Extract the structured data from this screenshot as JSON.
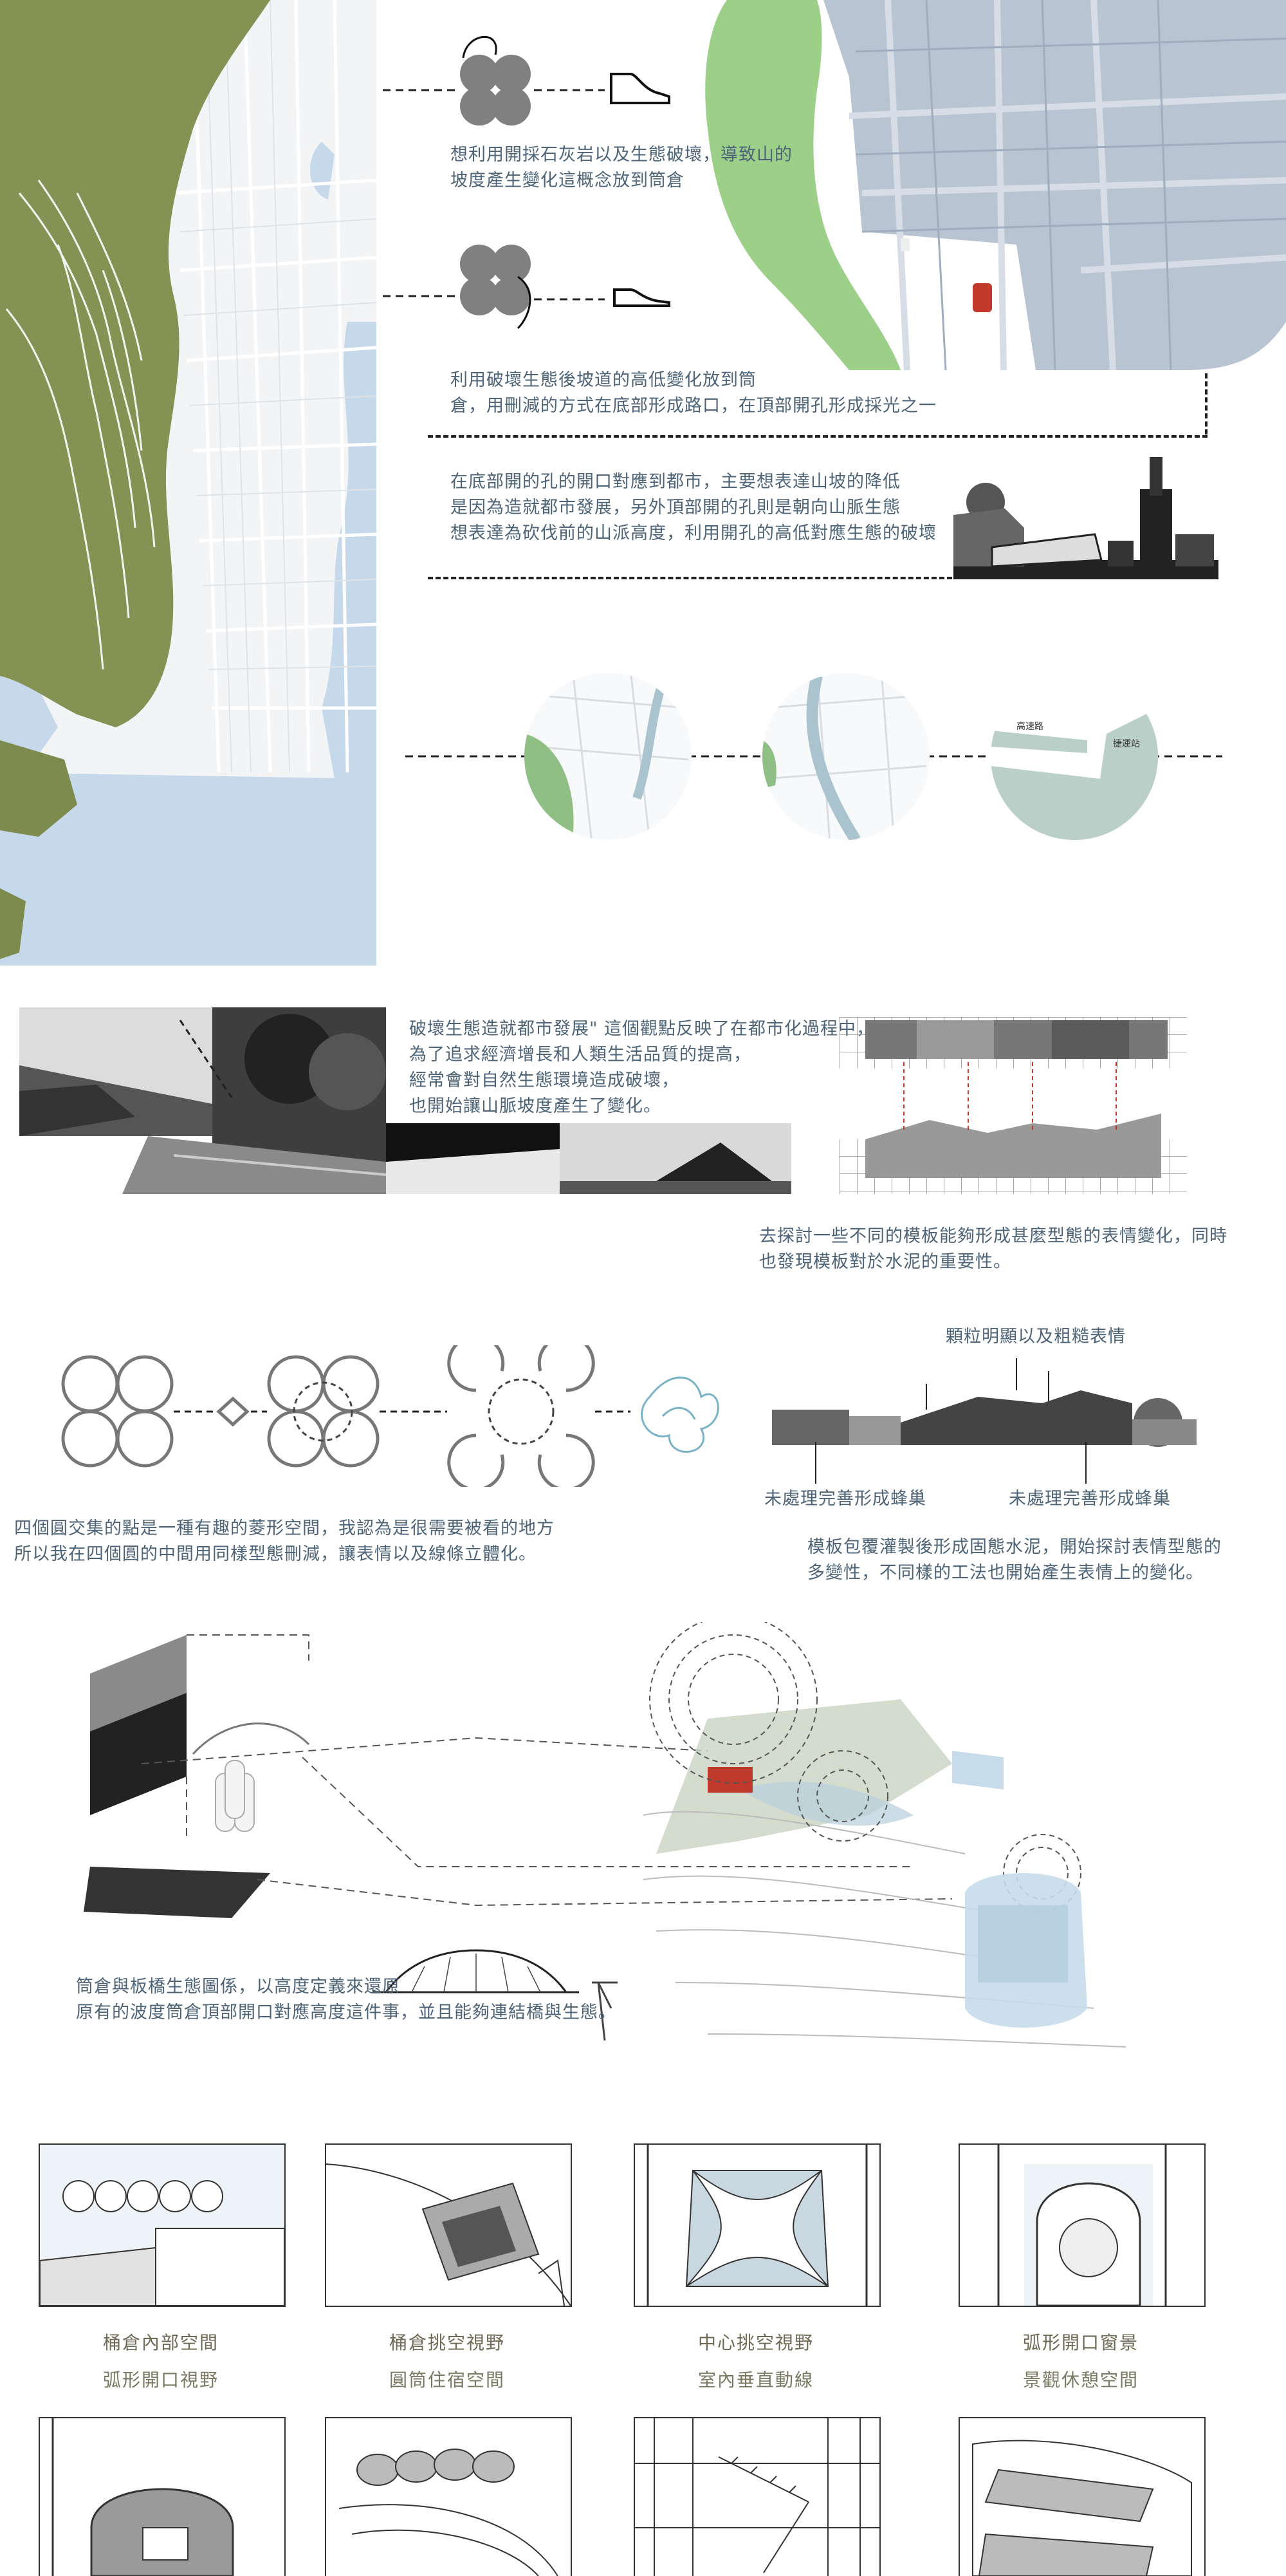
{
  "texts": {
    "t1_l1": "想利用開採石灰岩以及生態破壞，導致山的",
    "t1_l2": "坡度產生變化這概念放到筒倉",
    "t2_l1": "利用破壞生態後坡道的高低變化放到筒",
    "t2_l2": "倉，用刪減的方式在底部形成路口，在頂部開孔形成採光之一",
    "t3_l1": "在底部開的孔的開口對應到都市，主要想表達山坡的降低",
    "t3_l2": "是因為造就都市發展，另外頂部開的孔則是朝向山脈生態",
    "t3_l3": "想表達為砍伐前的山派高度，利用開孔的高低對應生態的破壞",
    "t4_l1": "破壞生態造就都市發展\" 這個觀點反映了在都市化過程中，",
    "t4_l2": "為了追求經濟增長和人類生活品質的提高，",
    "t4_l3": "經常會對自然生態環境造成破壞，",
    "t4_l4": "也開始讓山脈坡度產生了變化。",
    "t5_l1": "去探討一些不同的模板能夠形成甚麼型態的表情變化，同時",
    "t5_l2": "也發現模板對於水泥的重要性。",
    "t6_label": "顆粒明顯以及粗糙表情",
    "t6_left": "未處理完善形成蜂巢",
    "t6_right": "未處理完善形成蜂巢",
    "t7_l1": "模板包覆灌製後形成固態水泥，開始探討表情型態的",
    "t7_l2": "多變性，不同樣的工法也開始產生表情上的變化。",
    "t8_l1": "四個圓交集的點是一種有趣的菱形空間，我認為是很需要被看的地方",
    "t8_l2": "所以我在四個圓的中間用同樣型態刪減，讓表情以及線條立體化。",
    "t9_l1": "筒倉與板橋生態圖係，以高度定義來還原",
    "t9_l2": "原有的波度筒倉頂部開口對應高度這件事，並且能夠連結橋與生態。"
  },
  "captions": [
    {
      "title": "桶倉內部空間",
      "sub": "弧形開口視野"
    },
    {
      "title": "桶倉挑空視野",
      "sub": "圓筒住宿空間"
    },
    {
      "title": "中心挑空視野",
      "sub": "室內垂直動線"
    },
    {
      "title": "弧形開口窗景",
      "sub": "景觀休憩空間"
    }
  ],
  "map_labels": {
    "road1": "高速路",
    "road2": "捷運站"
  },
  "colors": {
    "moss": "#7d8c4e",
    "water": "#c6d9ea",
    "text": "#4d6478",
    "accent_red": "#c0392b"
  }
}
